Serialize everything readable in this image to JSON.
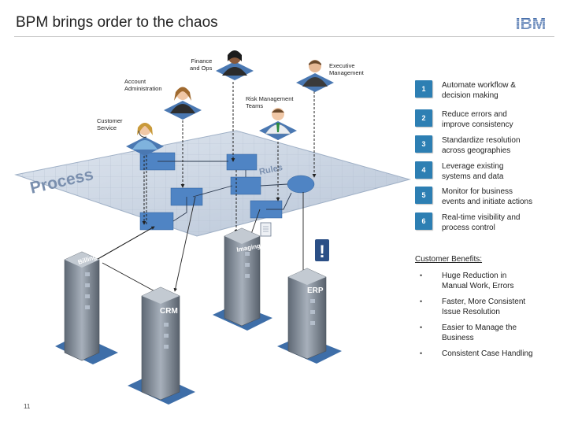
{
  "header": {
    "title": "BPM brings order to the chaos",
    "logo_text": "IBM"
  },
  "roles": {
    "finance": [
      "Finance",
      "and Ops"
    ],
    "executive": [
      "Executive",
      "Management"
    ],
    "account": [
      "Account",
      "Administration"
    ],
    "risk": [
      "Risk Management",
      "Teams"
    ],
    "customer": [
      "Customer",
      "Service"
    ]
  },
  "diagram": {
    "plane_label": "Process",
    "plane_label_small": "Rules",
    "systems": {
      "billing": "Billing",
      "imaging": "Imaging",
      "crm": "CRM",
      "erp": "ERP"
    },
    "alert_symbol": "!"
  },
  "steps": [
    {
      "number": "1",
      "text": [
        "Automate workflow &",
        "decision making"
      ]
    },
    {
      "number": "2",
      "text": [
        "Reduce errors and",
        "improve consistency"
      ]
    },
    {
      "number": "3",
      "text": [
        "Standardize resolution",
        "across geographies"
      ]
    },
    {
      "number": "4",
      "text": [
        "Leverage existing",
        "systems and data"
      ]
    },
    {
      "number": "5",
      "text": [
        "Monitor for business",
        "events and initiate actions"
      ]
    },
    {
      "number": "6",
      "text": [
        "Real-time visibility and",
        "process control"
      ]
    }
  ],
  "benefits": {
    "title": "Customer Benefits:",
    "items": [
      [
        "Huge Reduction in",
        "Manual Work, Errors"
      ],
      [
        "Faster, More Consistent",
        "Issue Resolution"
      ],
      [
        "Easier to Manage the",
        "Business"
      ],
      [
        "Consistent Case Handling"
      ]
    ],
    "bullet": "•"
  },
  "footer": {
    "page_number": "11"
  },
  "colors": {
    "accent": "#2d7fb3",
    "plane": "#c9d4e2",
    "flowbox": "#4f84c4",
    "server": "#7c8794"
  }
}
